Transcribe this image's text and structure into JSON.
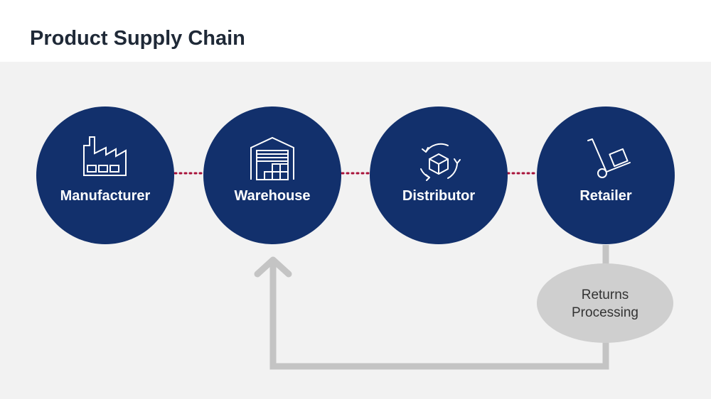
{
  "title": "Product Supply Chain",
  "colors": {
    "node_fill": "#12306c",
    "connector": "#a8123a",
    "return_path": "#c4c4c4",
    "returns_fill": "#cfcfcf",
    "background": "#f2f2f2"
  },
  "nodes": [
    {
      "label": "Manufacturer",
      "icon": "factory-icon"
    },
    {
      "label": "Warehouse",
      "icon": "warehouse-icon"
    },
    {
      "label": "Distributor",
      "icon": "box-cycle-icon"
    },
    {
      "label": "Retailer",
      "icon": "hand-truck-icon"
    }
  ],
  "returns": {
    "line1": "Returns",
    "line2": "Processing"
  }
}
